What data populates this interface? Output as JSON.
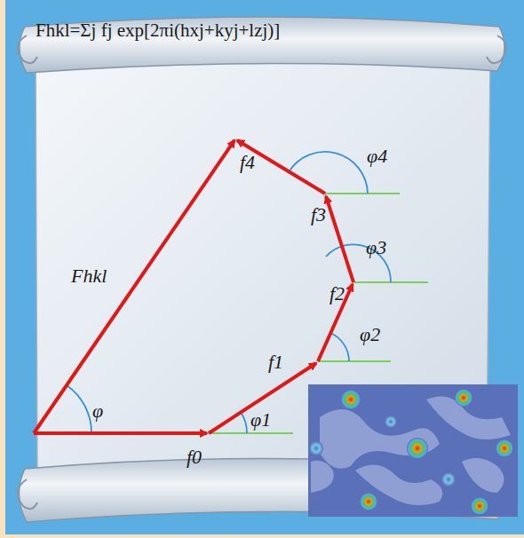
{
  "diagram": {
    "labels": [
      "Fhkl=Σj fj exp[2πi(hxj+kyj+lzj)]",
      "Fhkl",
      "φ",
      "f0",
      "φ1",
      "f1",
      "φ2",
      "f2",
      "φ3",
      "f3",
      "φ4",
      "f4"
    ]
  }
}
